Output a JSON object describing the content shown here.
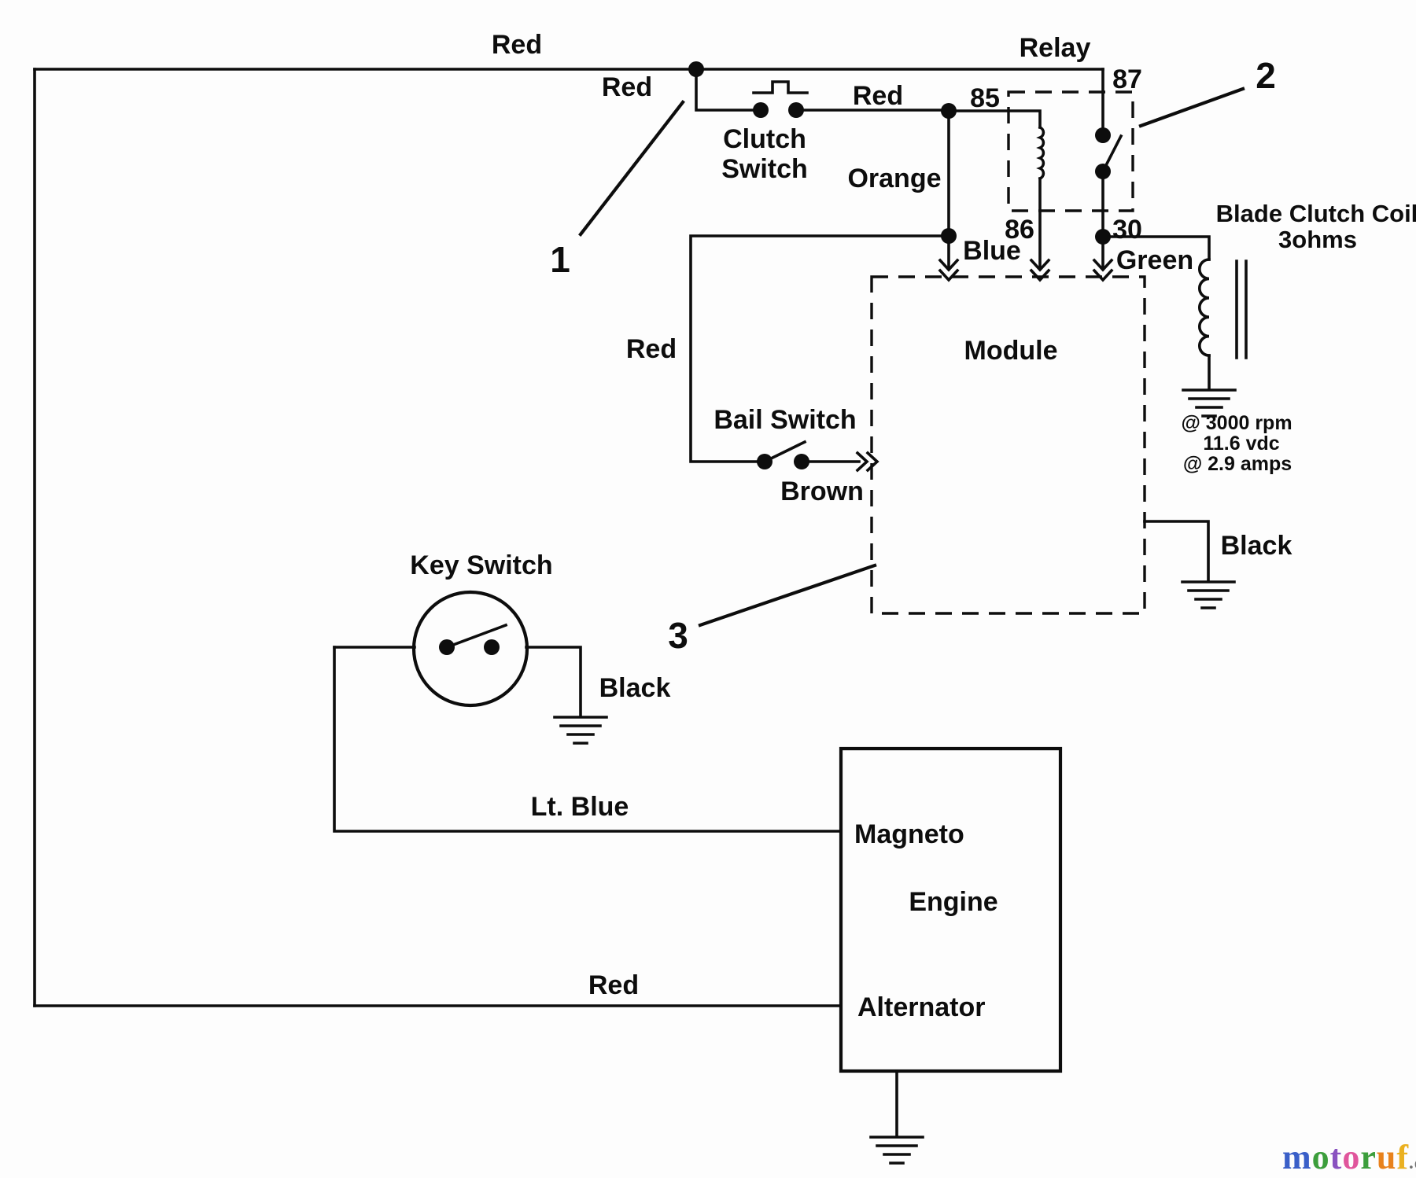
{
  "page": {
    "background": "#fdfdfd",
    "ink": "#0d0d0d"
  },
  "diagram": {
    "wire_labels": {
      "red_top": "Red",
      "red_junction": "Red",
      "red_clutch": "Red",
      "red_bail": "Red",
      "red_bottom": "Red",
      "orange": "Orange",
      "blue": "Blue",
      "green": "Green",
      "brown": "Brown",
      "lt_blue": "Lt. Blue",
      "black_module": "Black",
      "black_key": "Black"
    },
    "components": {
      "clutch_switch_line1": "Clutch",
      "clutch_switch_line2": "Switch",
      "relay": "Relay",
      "module": "Module",
      "bail_switch": "Bail Switch",
      "key_switch": "Key Switch",
      "blade_clutch_coil_line1": "Blade Clutch Coil",
      "blade_clutch_coil_line2": "3ohms",
      "magneto": "Magneto",
      "engine": "Engine",
      "alternator": "Alternator"
    },
    "relay_pins": {
      "p85": "85",
      "p86": "86",
      "p87": "87",
      "p30": "30"
    },
    "coil_specs": {
      "line1": "@ 3000 rpm",
      "line2": "11.6 vdc",
      "line3": "@ 2.9 amps"
    },
    "callouts": {
      "one": "1",
      "two": "2",
      "three": "3"
    }
  },
  "logo": {
    "letters": [
      {
        "ch": "m",
        "color": "#3a5fc8"
      },
      {
        "ch": "o",
        "color": "#3c9e3c"
      },
      {
        "ch": "t",
        "color": "#8a52c0"
      },
      {
        "ch": "o",
        "color": "#e0559c"
      },
      {
        "ch": "r",
        "color": "#3c9e3c"
      },
      {
        "ch": "u",
        "color": "#e8821c"
      },
      {
        "ch": "f",
        "color": "#eab020"
      }
    ],
    "suffix": ".de",
    "suffix_color": "#6f6f6f"
  }
}
